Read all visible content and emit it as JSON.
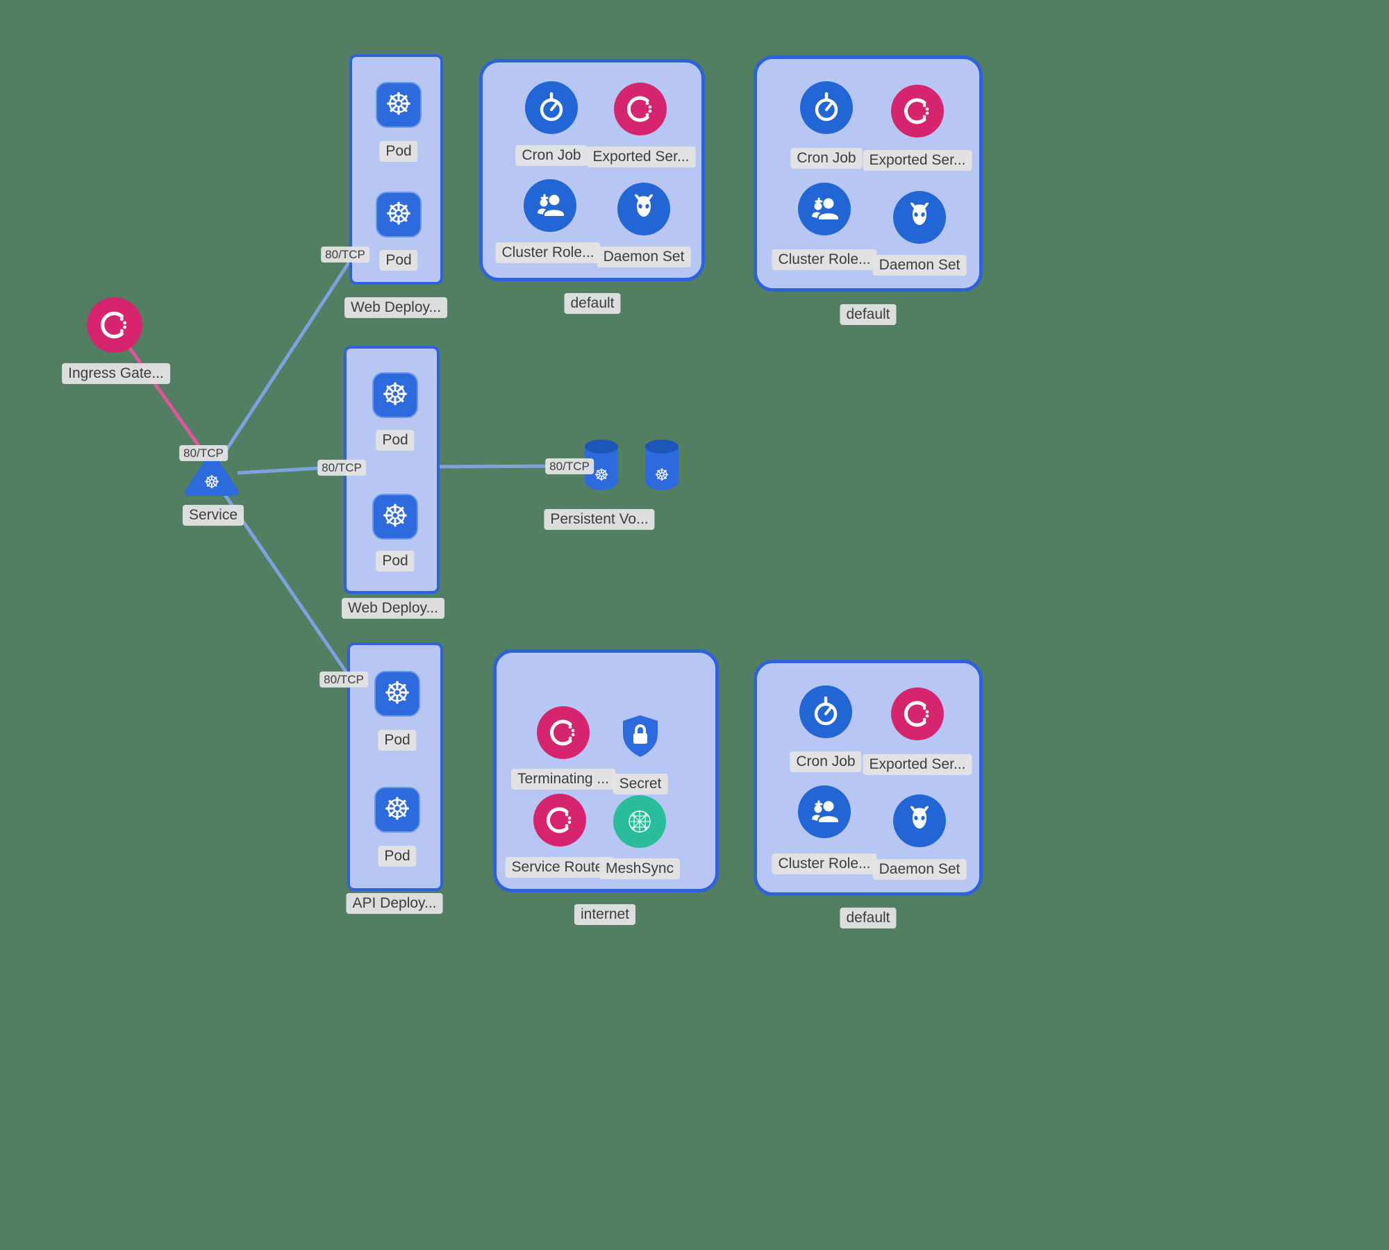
{
  "diagram": {
    "background": "#527e62"
  },
  "nodes": {
    "ingress_gateway": {
      "label": "Ingress Gate...",
      "color": "#d6246e"
    },
    "service": {
      "label": "Service",
      "color": "#2c6ade"
    },
    "persistent_volume": {
      "label": "Persistent Vo...",
      "count": 2,
      "color": "#2c6ade"
    }
  },
  "edges": [
    {
      "from": "ingress-gateway",
      "to": "service",
      "label": "80/TCP"
    },
    {
      "from": "service",
      "to": "web-deployment-1",
      "label": "80/TCP"
    },
    {
      "from": "service",
      "to": "web-deployment-2",
      "label": "80/TCP"
    },
    {
      "from": "service",
      "to": "api-deployment",
      "label": "80/TCP"
    },
    {
      "from": "web-deployment-2",
      "to": "persistent-volume",
      "label": "80/TCP"
    }
  ],
  "deployments": [
    {
      "label": "Web Deploy...",
      "pods": [
        {
          "label": "Pod"
        },
        {
          "label": "Pod"
        }
      ]
    },
    {
      "label": "Web Deploy...",
      "pods": [
        {
          "label": "Pod"
        },
        {
          "label": "Pod"
        }
      ]
    },
    {
      "label": "API Deploy...",
      "pods": [
        {
          "label": "Pod"
        },
        {
          "label": "Pod"
        }
      ]
    }
  ],
  "namespaces": [
    {
      "label": "default",
      "items": [
        {
          "label": "Cron Job",
          "icon": "cron-job-icon",
          "color": "#2166d4"
        },
        {
          "label": "Exported Ser...",
          "icon": "exported-service-icon",
          "color": "#d6246e"
        },
        {
          "label": "Cluster Role...",
          "icon": "cluster-role-icon",
          "color": "#2166d4"
        },
        {
          "label": "Daemon Set",
          "icon": "daemon-set-icon",
          "color": "#2166d4"
        }
      ]
    },
    {
      "label": "default",
      "items": [
        {
          "label": "Cron Job",
          "icon": "cron-job-icon",
          "color": "#2166d4"
        },
        {
          "label": "Exported Ser...",
          "icon": "exported-service-icon",
          "color": "#d6246e"
        },
        {
          "label": "Cluster Role...",
          "icon": "cluster-role-icon",
          "color": "#2166d4"
        },
        {
          "label": "Daemon Set",
          "icon": "daemon-set-icon",
          "color": "#2166d4"
        }
      ]
    },
    {
      "label": "internet",
      "items": [
        {
          "label": "Terminating ...",
          "icon": "terminating-gateway-icon",
          "color": "#d6246e"
        },
        {
          "label": "Secret",
          "icon": "secret-icon",
          "color": "#2c6ade"
        },
        {
          "label": "Service Router",
          "icon": "service-router-icon",
          "color": "#d6246e"
        },
        {
          "label": "MeshSync",
          "icon": "meshsync-icon",
          "color": "#29bd9b"
        }
      ]
    },
    {
      "label": "default",
      "items": [
        {
          "label": "Cron Job",
          "icon": "cron-job-icon",
          "color": "#2166d4"
        },
        {
          "label": "Exported Ser...",
          "icon": "exported-service-icon",
          "color": "#d6246e"
        },
        {
          "label": "Cluster Role...",
          "icon": "cluster-role-icon",
          "color": "#2166d4"
        },
        {
          "label": "Daemon Set",
          "icon": "daemon-set-icon",
          "color": "#2166d4"
        }
      ]
    }
  ]
}
